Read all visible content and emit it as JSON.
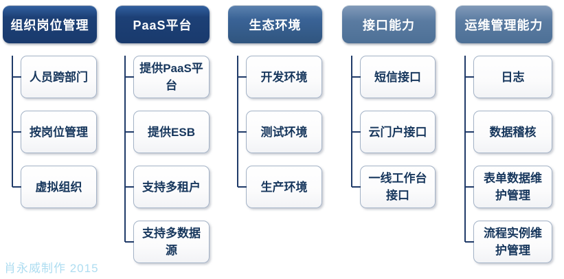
{
  "watermark": "肖永威制作 2015",
  "colors": {
    "header_dark": "#1d4076",
    "header_medium": "#3a6396",
    "header_light": "#587ca4",
    "node_text": "#16365c",
    "node_border": "#a3b2c6",
    "connector": "#1f3a68",
    "watermark_text": "#aeddf1"
  },
  "columns": [
    {
      "title": "组织岗位管理",
      "items": [
        "人员跨部门",
        "按岗位管理",
        "虚拟组织"
      ]
    },
    {
      "title": "PaaS平台",
      "items": [
        "提供PaaS平台",
        "提供ESB",
        "支持多租户",
        "支持多数据源"
      ]
    },
    {
      "title": "生态环境",
      "items": [
        "开发环境",
        "测试环境",
        "生产环境"
      ]
    },
    {
      "title": "接口能力",
      "items": [
        "短信接口",
        "云门户接口",
        "一线工作台接口"
      ]
    },
    {
      "title": "运维管理能力",
      "items": [
        "日志",
        "数据稽核",
        "表单数据维护管理",
        "流程实例维护管理"
      ]
    }
  ]
}
